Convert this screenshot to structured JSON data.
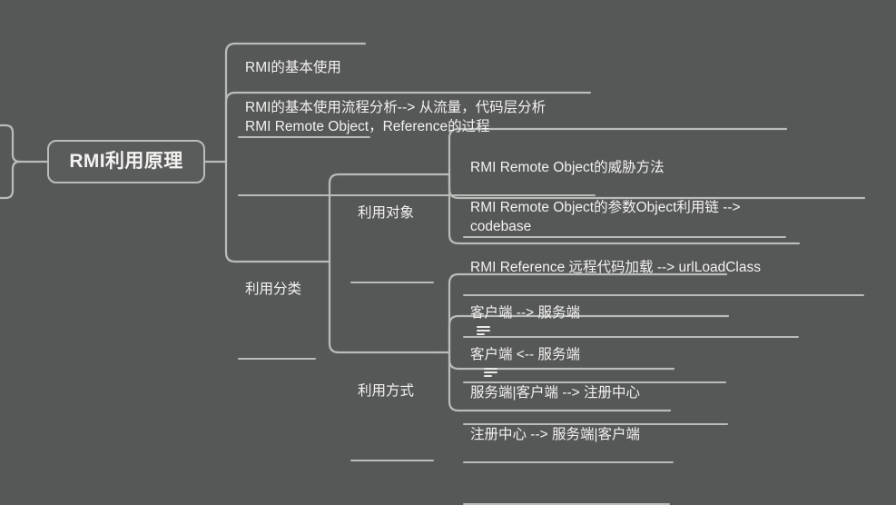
{
  "theme": {
    "background": "#565857",
    "line_color": "#b9bcb8",
    "text_color": "#f2f2f0"
  },
  "mindmap": {
    "root": {
      "label": "RMI利用原理"
    },
    "branches": [
      {
        "label": "RMI的基本使用",
        "has_note": false
      },
      {
        "label": "RMI的基本使用流程分析--> 从流量，代码层分析\nRMI Remote Object，Reference的过程",
        "has_note": false
      },
      {
        "label": "利用分类",
        "has_note": false,
        "children": [
          {
            "label": "利用对象",
            "children": [
              {
                "label": "RMI Remote Object的威胁方法",
                "has_note": false
              },
              {
                "label": "RMI Remote Object的参数Object利用链 -->\ncodebase",
                "has_note": false
              },
              {
                "label": "RMI Reference 远程代码加载 --> urlLoadClass",
                "has_note": false
              }
            ]
          },
          {
            "label": "利用方式",
            "children": [
              {
                "label": "客户端 --> 服务端",
                "has_note": true
              },
              {
                "label": "客户端 <-- 服务端",
                "has_note": true
              },
              {
                "label": "服务端|客户端 --> 注册中心",
                "has_note": false
              },
              {
                "label": "注册中心 --> 服务端|客户端",
                "has_note": false
              }
            ]
          }
        ]
      }
    ]
  }
}
